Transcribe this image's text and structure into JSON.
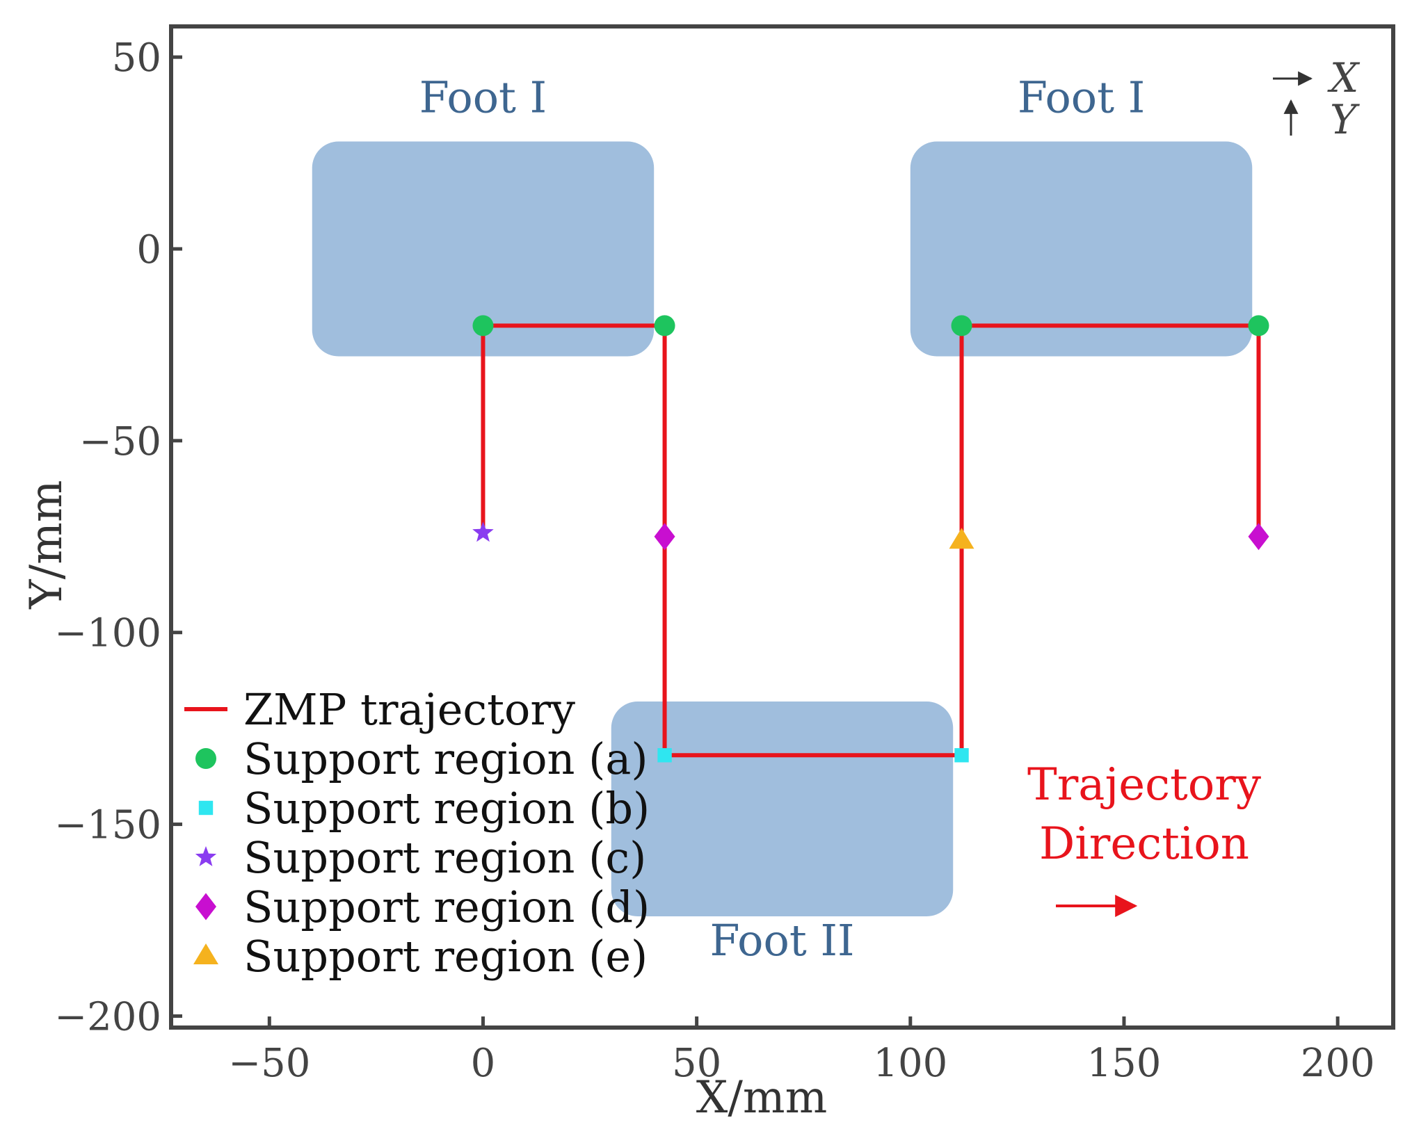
{
  "chart_data": {
    "type": "scatter",
    "xlabel": "X/mm",
    "ylabel": "Y/mm",
    "xlim": [
      -73,
      213
    ],
    "ylim": [
      -203,
      58
    ],
    "xticks": [
      -50,
      0,
      50,
      100,
      150,
      200
    ],
    "yticks": [
      50,
      0,
      -50,
      -100,
      -150,
      -200
    ],
    "xtick_labels": [
      "−50",
      "0",
      "50",
      "100",
      "150",
      "200"
    ],
    "ytick_labels": [
      "50",
      "0",
      "−50",
      "−100",
      "−150",
      "−200"
    ],
    "grid": false,
    "legend_position": "bottom-left",
    "regions": [
      {
        "label": "Foot I",
        "x": [
          -40,
          40
        ],
        "y": [
          -28,
          28
        ],
        "color": "#a0bedd"
      },
      {
        "label": "Foot I",
        "x": [
          100,
          180
        ],
        "y": [
          -28,
          28
        ],
        "color": "#a0bedd"
      },
      {
        "label": "Foot II",
        "x": [
          30,
          110
        ],
        "y": [
          -174,
          -118
        ],
        "color": "#a0bedd"
      }
    ],
    "series": [
      {
        "name": "ZMP trajectory",
        "kind": "line",
        "color": "#e8141c",
        "segments": [
          {
            "x": [
              0,
              0,
              42.5,
              42.5,
              42.5,
              112,
              112,
              112,
              181.5,
              181.5
            ],
            "y": [
              -74,
              -20,
              -20,
              -75,
              -132,
              -132,
              -76,
              -20,
              -20,
              -75
            ]
          }
        ]
      },
      {
        "name": "Support region (a)",
        "marker": "circle",
        "color": "#1ec45e",
        "x": [
          0,
          42.5,
          112,
          181.5
        ],
        "y": [
          -20,
          -20,
          -20,
          -20
        ]
      },
      {
        "name": "Support region (b)",
        "marker": "square",
        "color": "#2fe6f0",
        "x": [
          42.5,
          112
        ],
        "y": [
          -132,
          -132
        ]
      },
      {
        "name": "Support region (c)",
        "marker": "star",
        "color": "#8a3cf0",
        "x": [
          0
        ],
        "y": [
          -74
        ]
      },
      {
        "name": "Support region (d)",
        "marker": "diamond",
        "color": "#c80fd0",
        "x": [
          42.5,
          181.5
        ],
        "y": [
          -75,
          -75
        ]
      },
      {
        "name": "Support region (e)",
        "marker": "triangle",
        "color": "#f5b21e",
        "x": [
          112
        ],
        "y": [
          -76
        ]
      }
    ],
    "annotations": {
      "trajectory_direction": [
        "Trajectory",
        "Direction"
      ],
      "axis_indicator": {
        "x": "X",
        "y": "Y"
      }
    }
  }
}
